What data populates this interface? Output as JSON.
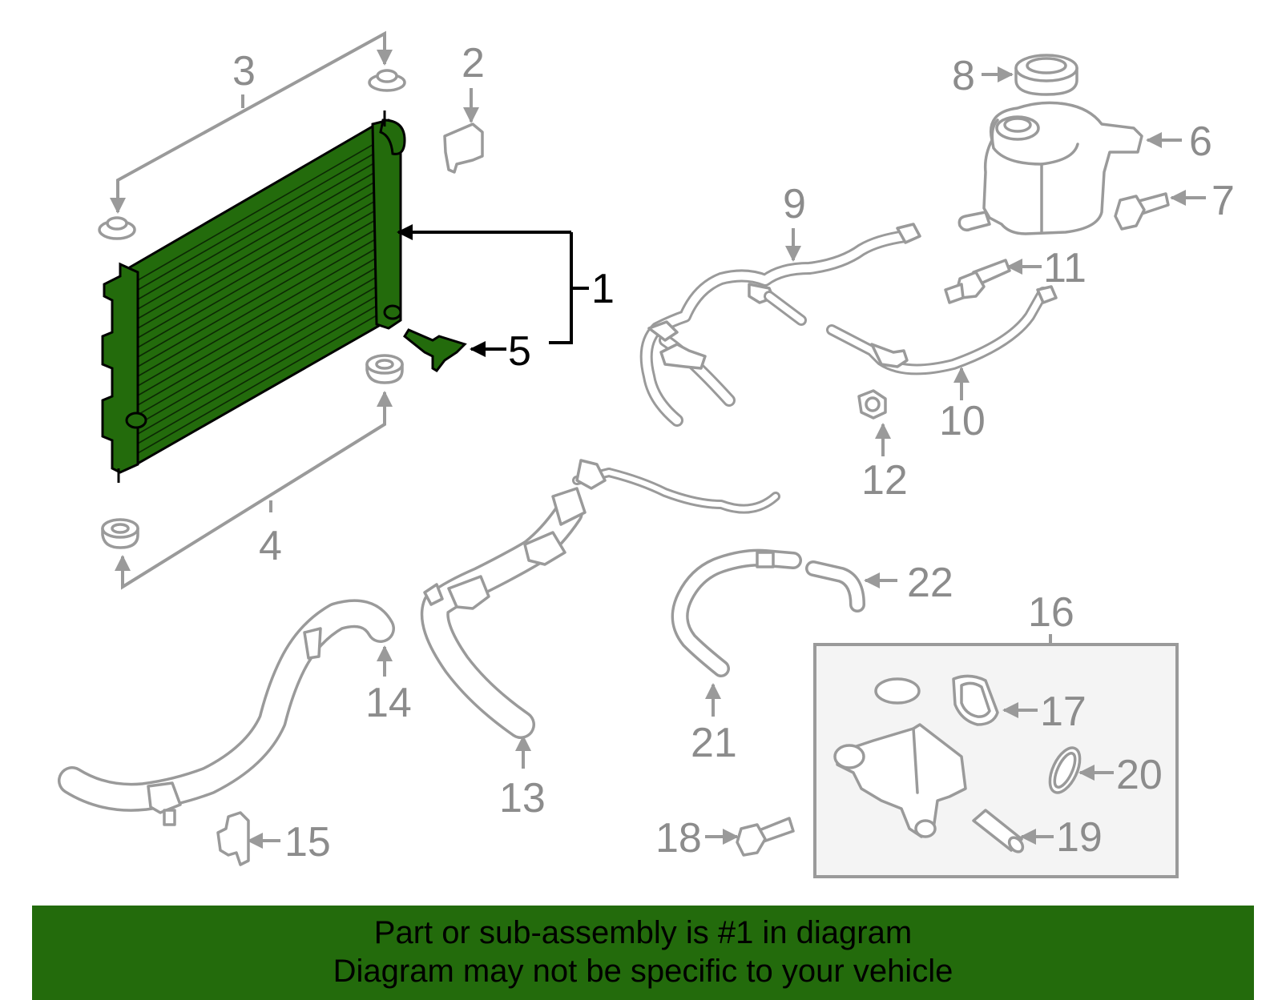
{
  "diagram": {
    "callouts": {
      "c1": "1",
      "c2": "2",
      "c3": "3",
      "c4": "4",
      "c5": "5",
      "c6": "6",
      "c7": "7",
      "c8": "8",
      "c9": "9",
      "c10": "10",
      "c11": "11",
      "c12": "12",
      "c13": "13",
      "c14": "14",
      "c15": "15",
      "c16": "16",
      "c17": "17",
      "c18": "18",
      "c19": "19",
      "c20": "20",
      "c21": "21",
      "c22": "22"
    },
    "colors": {
      "highlight": "#236b0c",
      "part_outline": "#9a9a9a",
      "highlight_text": "#000000",
      "banner_bg": "#236b0c"
    }
  },
  "banner": {
    "line1": "Part or sub-assembly is #1 in diagram",
    "line2": "Diagram may not be specific to your vehicle"
  }
}
